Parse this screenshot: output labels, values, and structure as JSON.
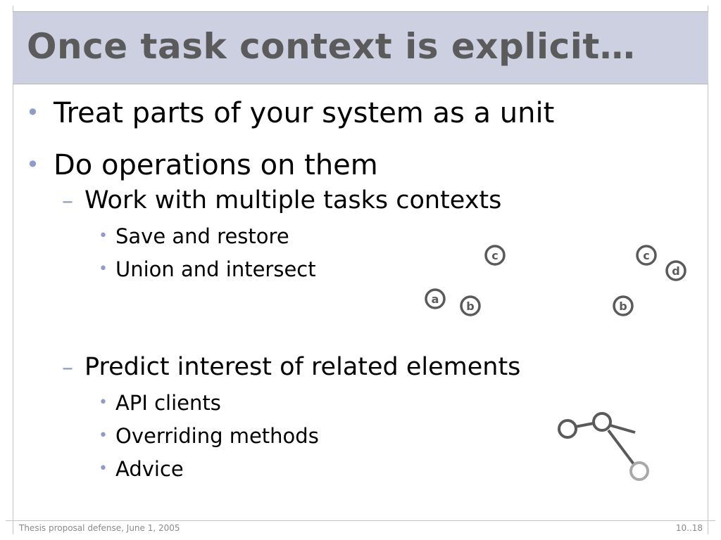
{
  "title": "Once task context is explicit…",
  "bullets": {
    "b1": "Treat parts of your system as a unit",
    "b2": "Do operations on them",
    "s1": "Work with multiple tasks contexts",
    "s1a": "Save and restore",
    "s1b": "Union and intersect",
    "s2": "Predict interest of related elements",
    "s2a": "API clients",
    "s2b": "Overriding methods",
    "s2c": "Advice"
  },
  "markers": {
    "bullet": "•",
    "dash": "–"
  },
  "diagram": {
    "left_set": [
      "a",
      "b",
      "c"
    ],
    "right_set": [
      "b",
      "c",
      "d"
    ]
  },
  "footer": {
    "left": "Thesis proposal defense, June 1, 2005",
    "right": "10..18"
  },
  "colors": {
    "title_bar": "#ccd0e1",
    "title_text": "#5b5b5b",
    "bullet_marker": "#8f9bc8",
    "node_dark": "#5a5a5a",
    "node_light": "#a8a8a8"
  }
}
